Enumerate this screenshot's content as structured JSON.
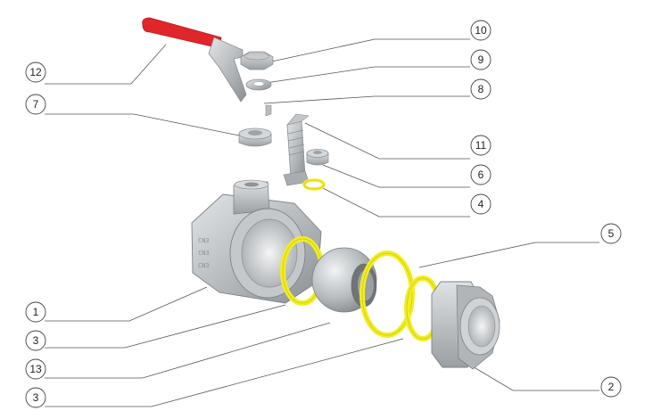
{
  "diagram": {
    "kind": "exploded-view",
    "subject": "ball valve",
    "colors": {
      "metal_light": "#d4d7d9",
      "metal_mid": "#a9adb0",
      "metal_dark": "#7d8286",
      "handle_grip": "#e0262a",
      "seal_ring": "#f2ee20",
      "leader_line": "#555555"
    },
    "callouts": {
      "c1": "1",
      "c2": "2",
      "c3a": "3",
      "c3b": "3",
      "c4": "4",
      "c5": "5",
      "c6": "6",
      "c7": "7",
      "c8": "8",
      "c9": "9",
      "c10": "10",
      "c11": "11",
      "c12": "12",
      "c13": "13"
    },
    "body_marking": [
      "CN3",
      "CN3",
      "CN3"
    ]
  }
}
